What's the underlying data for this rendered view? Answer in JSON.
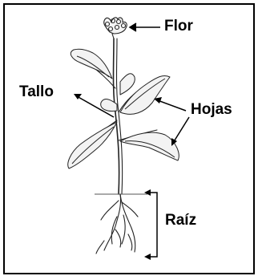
{
  "diagram": {
    "labels": {
      "flower": "Flor",
      "stem": "Tallo",
      "leaves": "Hojas",
      "root": "Raíz"
    }
  }
}
